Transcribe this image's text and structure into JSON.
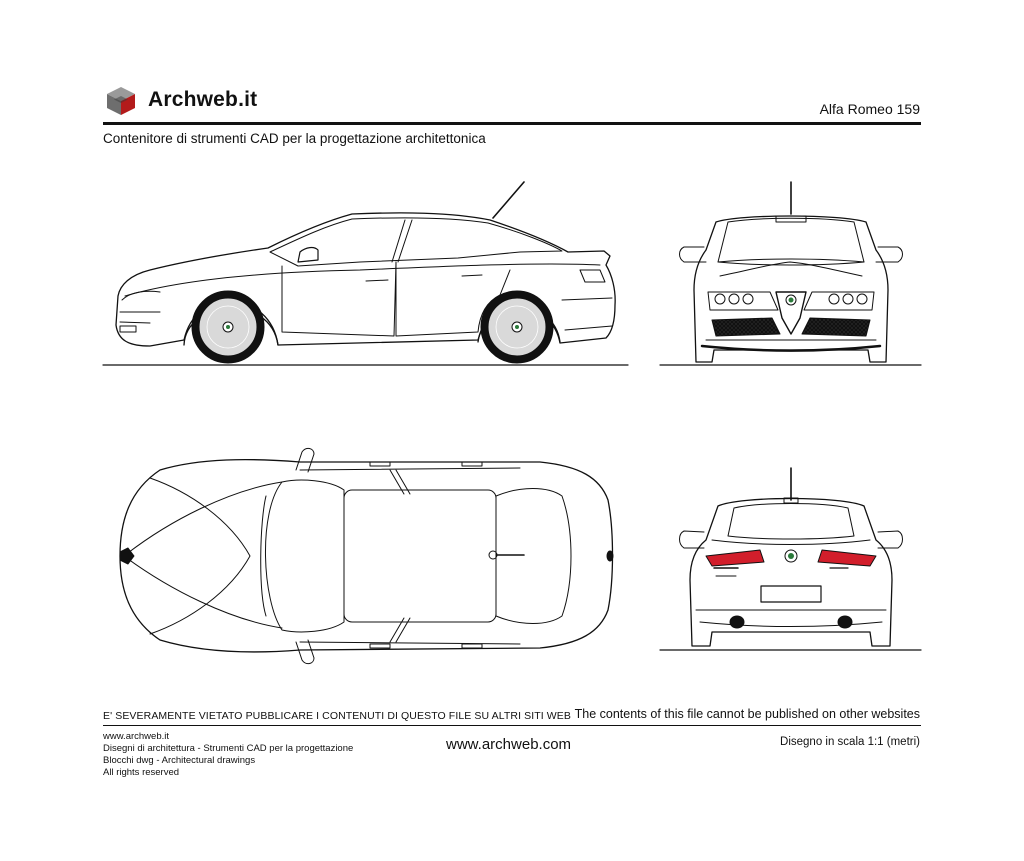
{
  "header": {
    "brand": "Archweb.it",
    "drawing_title": "Alfa Romeo 159",
    "subtitle": "Contenitore di strumenti CAD per la progettazione architettonica"
  },
  "footer": {
    "notice_it": "E' SEVERAMENTE VIETATO PUBBLICARE I CONTENUTI DI QUESTO FILE SU ALTRI SITI WEB",
    "notice_en": "The contents of this file cannot be published on other websites",
    "left_lines": [
      "www.archweb.it",
      "Disegni di architettura - Strumenti CAD  per la progettazione",
      "Blocchi dwg - Architectural drawings",
      "All rights reserved"
    ],
    "center_url": "www.archweb.com",
    "scale": "Disegno in scala 1:1 (metri)"
  },
  "colors": {
    "line": "#111111",
    "wheel_fill": "#d9d9d9",
    "taillight": "#d21e2b",
    "logo_top": "#9a9a9a",
    "logo_left": "#6e6e6e",
    "logo_right": "#b31b1b"
  }
}
